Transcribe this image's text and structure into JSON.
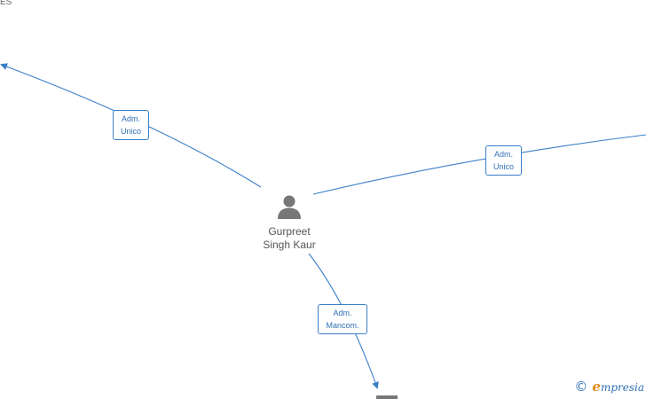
{
  "corner_label": "ES",
  "person": {
    "name_line1": "Gurpreet",
    "name_line2": "Singh Kaur"
  },
  "edges": [
    {
      "id": "edge-top-left",
      "line1": "Adm.",
      "line2": "Unico"
    },
    {
      "id": "edge-right",
      "line1": "Adm.",
      "line2": "Unico"
    },
    {
      "id": "edge-bottom",
      "line1": "Adm.",
      "line2": "Mancom."
    }
  ],
  "brand": {
    "copyright": "©",
    "name_initial": "e",
    "name_rest": "mpresia"
  },
  "colors": {
    "edge": "#3a7fc8",
    "person_icon": "#777777",
    "brand_accent": "#e08a1e"
  }
}
